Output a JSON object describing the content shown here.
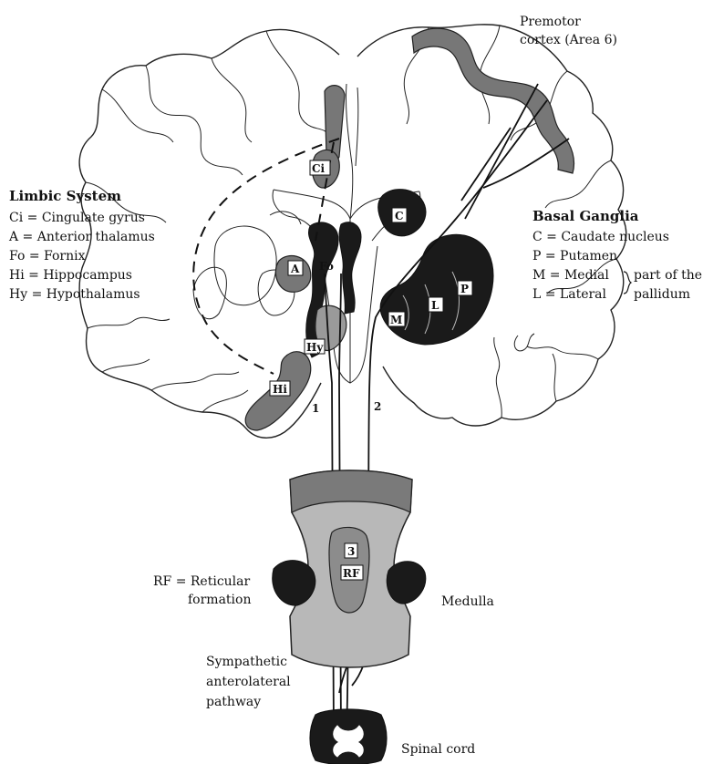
{
  "premotor": {
    "line1": "Premotor",
    "line2": "cortex (Area 6)"
  },
  "limbic": {
    "title": "Limbic System",
    "items": [
      "Ci = Cingulate gyrus",
      "A = Anterior thalamus",
      "Fo = Fornix",
      "Hi = Hippocampus",
      "Hy = Hypothalamus"
    ]
  },
  "basal": {
    "title": "Basal Ganglia",
    "items": [
      "C = Caudate nucleus",
      "P = Putamen",
      "M = Medial",
      "L = Lateral"
    ],
    "brace_line1": "part of the",
    "brace_line2": "pallidum"
  },
  "region_tags": {
    "ci": "Ci",
    "a": "A",
    "fo": "Fo",
    "hy": "Hy",
    "hi": "Hi",
    "c": "C",
    "p": "P",
    "m": "M",
    "l": "L"
  },
  "pathway_numbers": {
    "one": "1",
    "two": "2",
    "three": "3"
  },
  "reticular": {
    "tag": "RF",
    "line1": "RF = Reticular",
    "line2": "formation"
  },
  "medulla": "Medulla",
  "sympathetic": {
    "line1": "Sympathetic",
    "line2": "anterolateral",
    "line3": "pathway"
  },
  "spinal_cord": "Spinal cord"
}
